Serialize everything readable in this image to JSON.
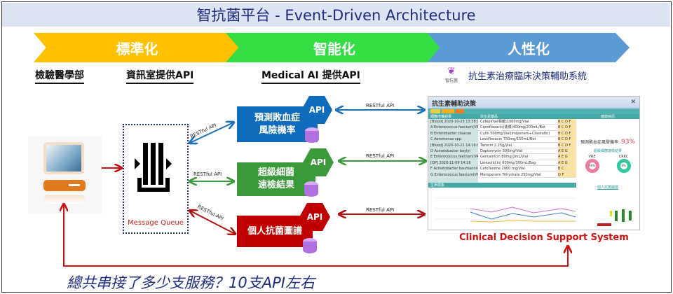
{
  "title": "智抗菌平台 - Event-Driven Architecture",
  "phases": [
    {
      "label": "標準化",
      "color": "#ffc000"
    },
    {
      "label": "智能化",
      "color": "#33dd44"
    },
    {
      "label": "人性化",
      "color": "#5b9bd5"
    }
  ],
  "headers": {
    "lab": "檢驗醫學部",
    "it": "資訊室提供API",
    "ai": "Medical AI 提供API",
    "logo_text": "智抗菌",
    "system": "抗生素治療臨床決策輔助系統"
  },
  "mq_label": "Message Queue",
  "rest_label": "RESTful API",
  "api_label": "API",
  "services": [
    {
      "line1": "預測敗血症",
      "line2": "風險機率",
      "color": "#0f6cbd"
    },
    {
      "line1": "超級細菌",
      "line2": "速檢結果",
      "color": "#3a9a3a"
    },
    {
      "line1": "個人抗菌圖譜",
      "line2": "",
      "color": "#c00000"
    }
  ],
  "cdss": {
    "window_title": "抗生素輔助決策",
    "close": "✕",
    "left_panel_title": "細菌培養結果",
    "organisms": [
      "[Blood] 2020-10-23 13:38:00",
      "A Enterococcus faecium(VRE)",
      "B Enterobacter cloacae",
      "C Aeromonas spp.",
      "[Blood] 2020-10-22 14:16:00",
      "D Acinetobacter baylyi",
      "E Enterococcus faecium(VRE)",
      "[OP] 2020-11-09 14:16",
      "F Acinetobacter baumannii",
      "G Enterococcus faecium(VRE)"
    ],
    "drug_panel_title": "抗生素藥品",
    "drugs": [
      {
        "name": "Cefepime(頓菌)1000mg/Vial",
        "sens": "B C D F"
      },
      {
        "name": "Ciprofloxacin(速博)400mg/200mL/Bot",
        "sens": "B C D F"
      },
      {
        "name": "Culin 500mg/Vial(Imipenem+Cilastatin)",
        "sens": "B C D F"
      },
      {
        "name": "Levofloxacin 750mg/150mL/Bot",
        "sens": "B C D F"
      },
      {
        "name": "Tazocin 2.25g/Vial",
        "sens": "B C D F"
      },
      {
        "name": "Daptomycin 500mg/Vial",
        "sens": "A E G"
      },
      {
        "name": "Gentamicin 80mg/2mL/Vial",
        "sens": "A E G"
      },
      {
        "name": "Linezolid Inj 600mg/300mL/Bag",
        "sens": "A E G"
      },
      {
        "name": "CefoTaxime 2000 mg/Vial",
        "sens": "B C"
      },
      {
        "name": "Meropenem Trihydrate 250mg/Vial",
        "sens": "D F"
      }
    ],
    "right_title": "健康資訊",
    "risk_label": "預測敗血症風險機率:",
    "risk_value": "93%",
    "rapid_title": "超級細菌速檢結果",
    "vre": {
      "label": "VRE",
      "value": "90%"
    },
    "crkp": {
      "label": "CRKC",
      "value": "8%"
    },
    "antibiogram_title": "個人抗菌圖譜",
    "vitals_title": "生命徵象"
  },
  "cdss_caption": "Clinical Decision Support System",
  "bottom_text": "總共串接了多少支服務？10支API左右"
}
